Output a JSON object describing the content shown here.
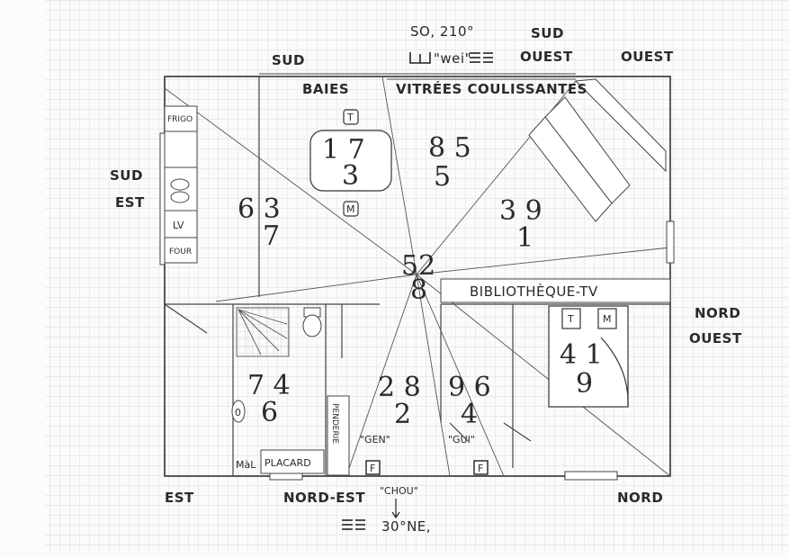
{
  "compass": {
    "sud": "SUD",
    "so_angle": "SO, 210°",
    "wei": "\"wei\"",
    "sud_ouest_1": "SUD",
    "sud_ouest_2": "OUEST",
    "ouest": "OUEST",
    "sud_est_1": "SUD",
    "sud_est_2": "EST",
    "nord_ouest_1": "NORD",
    "nord_ouest_2": "OUEST",
    "est": "EST",
    "nord_est": "NORD-EST",
    "nord": "NORD",
    "chou": "\"CHOU\"",
    "ne_angle": "30°NE,"
  },
  "labels": {
    "baies": "BAIES",
    "vitrees": "VITRÉES COULISSANTES",
    "bibliotheque": "BIBLIOTHÈQUE-TV",
    "frigo": "FRIGO",
    "lv": "LV",
    "four": "FOUR",
    "penderie": "PENDERIE",
    "mal": "MàL",
    "placard": "PLACARD",
    "gen": "\"GEN\"",
    "gui": "\"GUI\"",
    "f": "F",
    "t": "T",
    "m": "M",
    "o": "0"
  },
  "numbers": {
    "s": "1 7",
    "s_c": "3",
    "sw": "8 5",
    "sw_c": "5",
    "w": "3 9",
    "w_c": "1",
    "se": "6 3",
    "se_c": "7",
    "center": "52",
    "center_c": "8",
    "e": "7 4",
    "e_c": "6",
    "ne": "2 8",
    "ne_c": "2",
    "n": "9 6",
    "n_c": "4",
    "nw": "4 1",
    "nw_c": "9"
  }
}
